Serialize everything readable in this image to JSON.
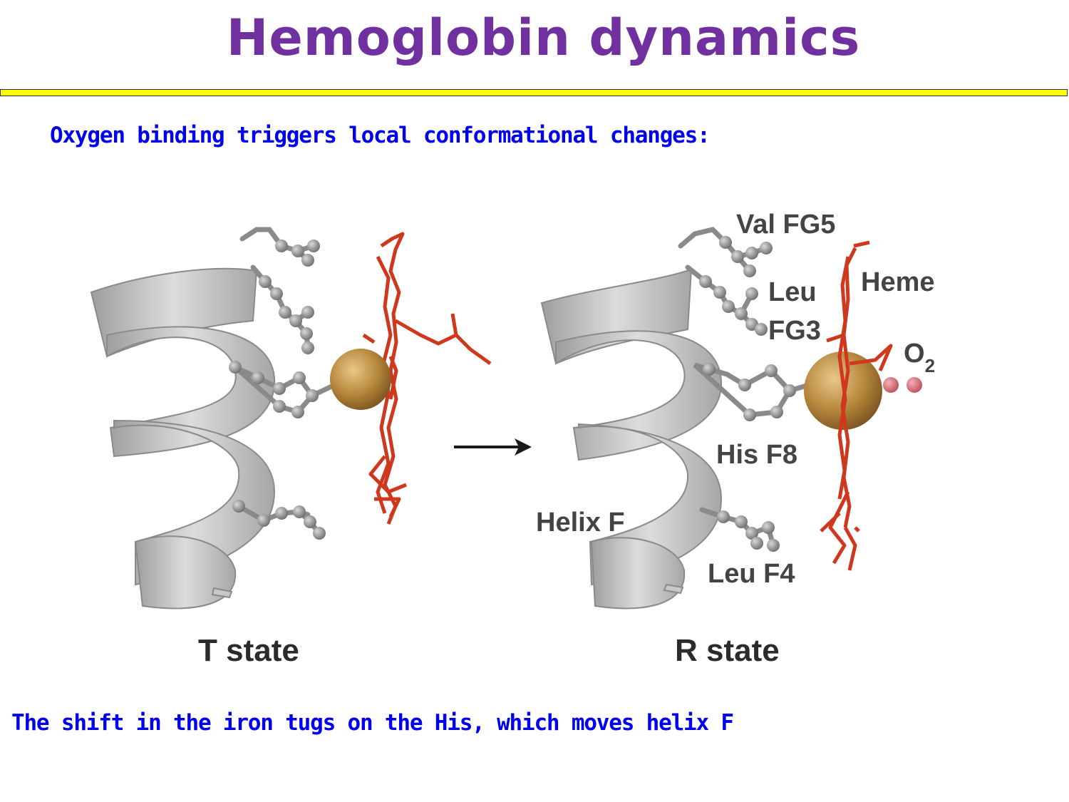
{
  "title": "Hemoglobin dynamics",
  "subtitle": "Oxygen binding triggers local conformational changes:",
  "caption": "The shift in the iron tugs on the His, which moves helix F",
  "figure": {
    "left_state_label": "T state",
    "right_state_label": "R state",
    "labels": {
      "val_fg5": "Val FG5",
      "heme": "Heme",
      "leu": "Leu",
      "fg3": "FG3",
      "o2_main": "O",
      "o2_sub": "2",
      "his_f8": "His F8",
      "helix_f": "Helix F",
      "leu_f4": "Leu F4"
    },
    "colors": {
      "helix": "#c4c4c6",
      "heme": "#d0381e",
      "iron": "#b8893e",
      "oxygen": "#d9707a",
      "atoms": "#8f8f91"
    }
  }
}
